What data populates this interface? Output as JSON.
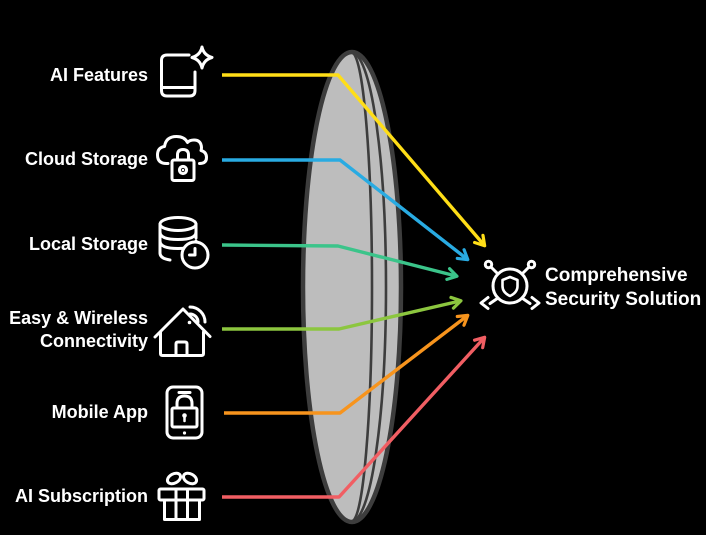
{
  "palette": {
    "background": "#000000",
    "text": "#FFFFFF",
    "icon_stroke": "#FFFFFF"
  },
  "lens": {
    "fill": "#BDBDBD",
    "stroke": "#3D3D3D"
  },
  "items": [
    {
      "label": "AI Features",
      "color": "#FFDE17",
      "icon": "book-sparkle-icon"
    },
    {
      "label": "Cloud Storage",
      "color": "#29ABE2",
      "icon": "cloud-lock-icon"
    },
    {
      "label": "Local Storage",
      "color": "#3BC48A",
      "icon": "database-clock-icon"
    },
    {
      "label": "Easy & Wireless Connectivity",
      "color": "#8CC63F",
      "icon": "house-wifi-icon"
    },
    {
      "label": "Mobile App",
      "color": "#F7941D",
      "icon": "smartphone-lock-icon"
    },
    {
      "label": "AI Subscription",
      "color": "#F15E63",
      "icon": "gift-icon"
    }
  ],
  "result": {
    "label": "Comprehensive Security Solution",
    "icon": "hub-shield-icon"
  }
}
